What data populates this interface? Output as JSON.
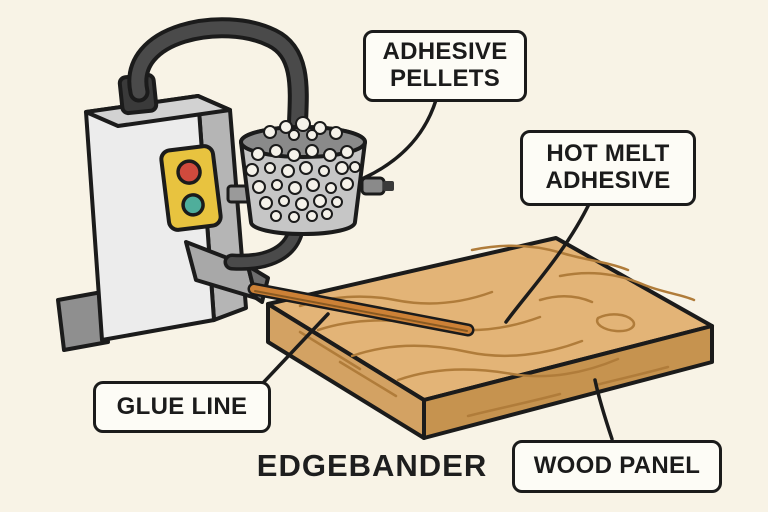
{
  "labels": {
    "adhesive_pellets": {
      "line1": "ADHESIVE",
      "line2": "PELLETS"
    },
    "hot_melt_adhesive": {
      "line1": "HOT MELT",
      "line2": "ADHESIVE"
    },
    "glue_line": "GLUE LINE",
    "wood_panel": "WOOD PANEL",
    "edgebander": "EDGEBANDER"
  },
  "colors": {
    "background": "#f8f3e6",
    "ink": "#1b1b1b",
    "label_bg": "#fdfcf6",
    "wood_top": "#e3b477",
    "wood_side_left": "#d3a263",
    "wood_side_right": "#c6934f",
    "wood_grain": "#b07c3a",
    "glue": "#cd8136",
    "machine_light": "#ececec",
    "machine_mid": "#d2d2d2",
    "machine_dark": "#b5b5b5",
    "machine_foot": "#8f8f8f",
    "hose": "#4a4a4a",
    "hopper": "#c6c6c6",
    "pellet": "#f5f2ea",
    "panel_yellow": "#e8c33f",
    "button_red": "#d04a3d",
    "button_green": "#4fae9b"
  }
}
